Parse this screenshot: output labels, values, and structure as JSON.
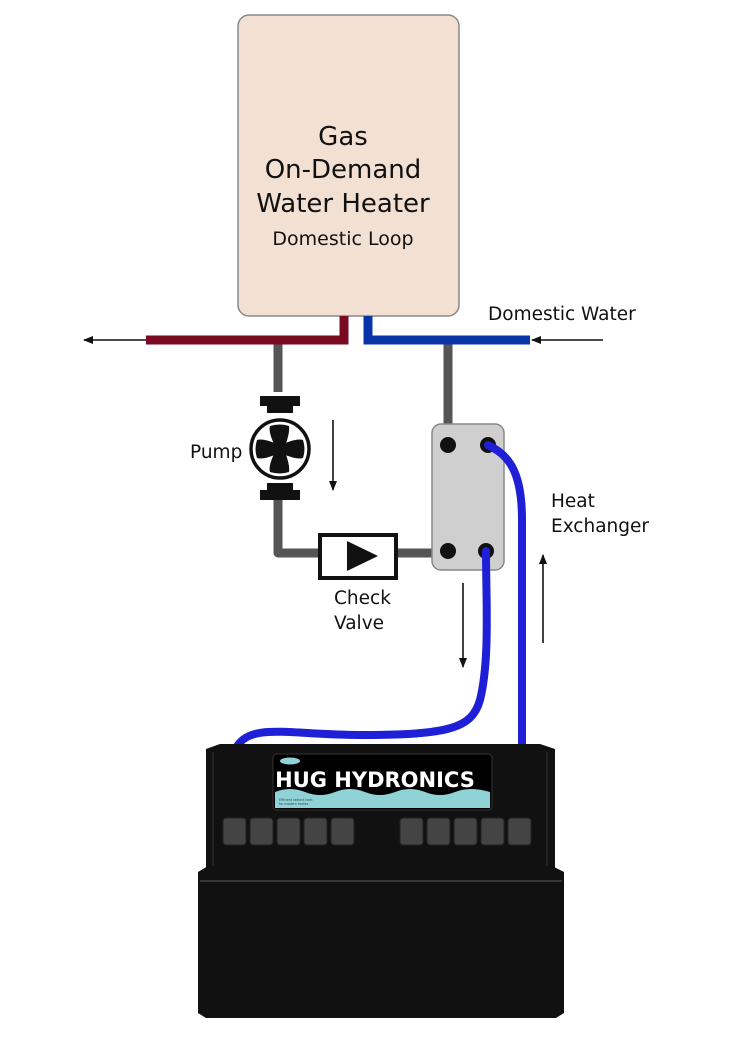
{
  "heater": {
    "title_lines": [
      "Gas",
      "On-Demand",
      "Water Heater"
    ],
    "subtitle": "Domestic Loop"
  },
  "labels": {
    "domestic_water": "Domestic Water",
    "pump": "Pump",
    "heat_exchanger_lines": [
      "Heat",
      "Exchanger"
    ],
    "check_valve_lines": [
      "Check",
      "Valve"
    ]
  },
  "boiler": {
    "brand": "HUG HYDRONICS",
    "fine_print_lines": [
      "Efficient radiant heat",
      "for modern homes"
    ],
    "left_button_count": 5,
    "right_button_count": 5
  },
  "colors": {
    "heater_fill": "#f2e0d3",
    "hot_pipe": "#7a0a22",
    "cold_pipe": "#0a35a8",
    "loop_pipe": "#555555",
    "hx_fill": "#cfcfcf",
    "boiler_body": "#111111",
    "boiler_tubes": "#1f1fd8",
    "brand_wave": "#8fd3d6",
    "button_fill": "#444444"
  }
}
